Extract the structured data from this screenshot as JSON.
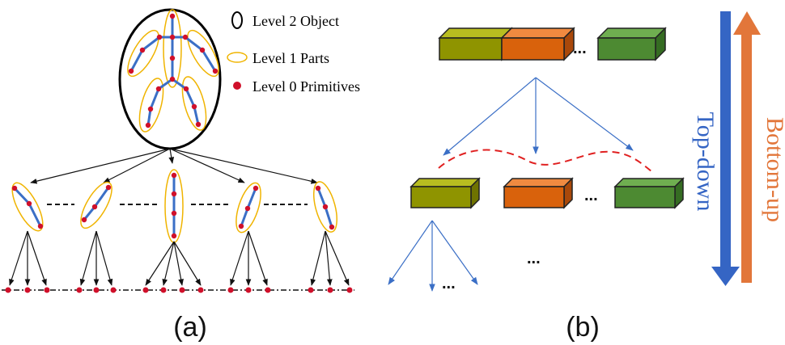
{
  "legend": {
    "level2": "Level 2 Object",
    "level1": "Level 1 Parts",
    "level0": "Level 0 Primitives"
  },
  "captions": {
    "a": "(a)",
    "b": "(b)"
  },
  "ellipsis": "...",
  "directions": {
    "top_down": "Top-down",
    "bottom_up": "Bottom-up"
  },
  "colors": {
    "skeleton": "#3b6fc6",
    "joint": "#d0102a",
    "part_ring": "#f0b400",
    "olive": "#8f9400",
    "orange": "#d9620c",
    "green": "#4d8a32",
    "dashed_curve": "#e02020",
    "top_down_arrow": "#3565c4",
    "bottom_up_arrow": "#e2763a"
  }
}
